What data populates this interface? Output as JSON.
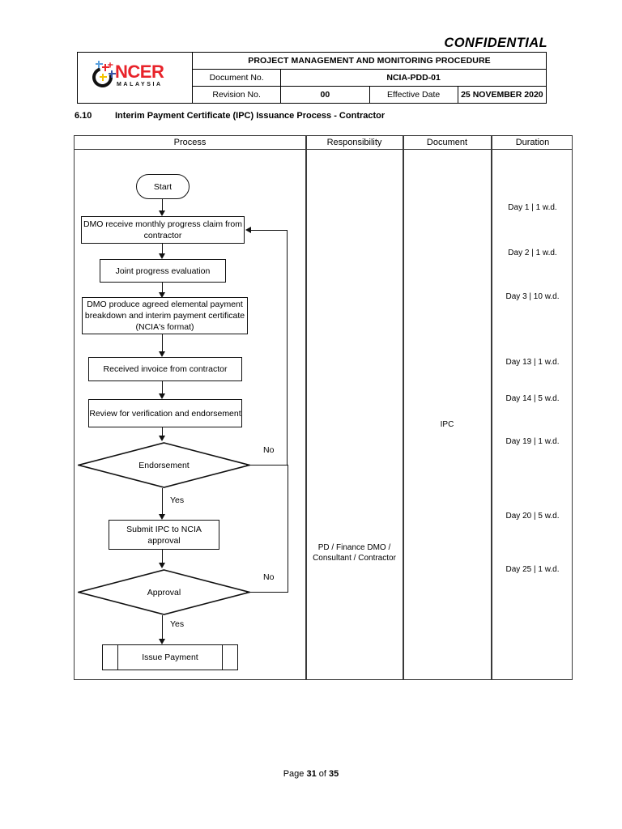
{
  "confidential": "CONFIDENTIAL",
  "doc_header": {
    "logo": {
      "name": "NCER",
      "subtitle": "MALAYSIA",
      "ring_color": "#111111",
      "wordmark_color": "#e8232a"
    },
    "title": "PROJECT MANAGEMENT AND MONITORING PROCEDURE",
    "document_no_label": "Document No.",
    "document_no_value": "NCIA-PDD-01",
    "revision_no_label": "Revision No.",
    "revision_no_value": "00",
    "effective_date_label": "Effective Date",
    "effective_date_value": "25 NOVEMBER 2020"
  },
  "section": {
    "number": "6.10",
    "title": "Interim Payment Certificate (IPC) Issuance Process - Contractor"
  },
  "table": {
    "columns": [
      {
        "label": "Process"
      },
      {
        "label": "Responsibility"
      },
      {
        "label": "Document"
      },
      {
        "label": "Duration"
      }
    ]
  },
  "flow": {
    "nodes": [
      {
        "id": "start",
        "type": "terminator",
        "label": "Start"
      },
      {
        "id": "receive",
        "type": "process",
        "label": "DMO receive monthly progress claim from contractor"
      },
      {
        "id": "joint",
        "type": "process",
        "label": "Joint progress evaluation"
      },
      {
        "id": "produce",
        "type": "process",
        "label": "DMO produce agreed elemental payment breakdown and interim payment certificate (NCIA's format)"
      },
      {
        "id": "invoice",
        "type": "process",
        "label": "Received invoice from contractor"
      },
      {
        "id": "review",
        "type": "process",
        "label": "Review for verification and endorsement"
      },
      {
        "id": "endorsement",
        "type": "decision",
        "label": "Endorsement"
      },
      {
        "id": "submit",
        "type": "process",
        "label": "Submit IPC to NCIA approval"
      },
      {
        "id": "approval",
        "type": "decision",
        "label": "Approval"
      },
      {
        "id": "issue",
        "type": "predefined",
        "label": "Issue Payment"
      }
    ],
    "edge_labels": {
      "endorsement_no": "No",
      "endorsement_yes": "Yes",
      "approval_no": "No",
      "approval_yes": "Yes"
    }
  },
  "responsibility": {
    "text": "PD / Finance DMO / Consultant / Contractor"
  },
  "document_col": {
    "text": "IPC"
  },
  "durations": [
    {
      "label": "Day 1 | 1 w.d."
    },
    {
      "label": "Day 2 | 1 w.d."
    },
    {
      "label": "Day 3 | 10 w.d."
    },
    {
      "label": "Day 13 | 1 w.d."
    },
    {
      "label": "Day 14 | 5 w.d."
    },
    {
      "label": "Day 19 | 1 w.d."
    },
    {
      "label": "Day 20 | 5 w.d."
    },
    {
      "label": "Day 25 | 1 w.d."
    }
  ],
  "footer": {
    "prefix": "Page ",
    "page": "31",
    "middle": " of ",
    "total": "35"
  }
}
